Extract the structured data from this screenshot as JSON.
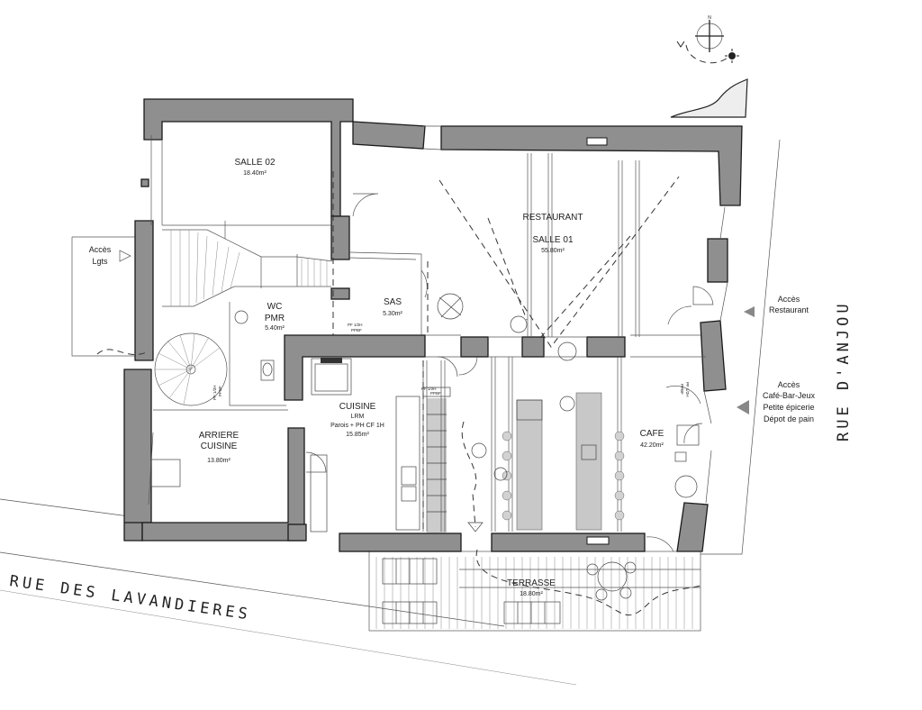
{
  "plan": {
    "rooms": [
      {
        "id": "salle-02",
        "name": "SALLE 02",
        "area": "18.40m²"
      },
      {
        "id": "restaurant",
        "name": "RESTAURANT",
        "subname": "SALLE 01",
        "area": "55.80m²"
      },
      {
        "id": "wc-pmr",
        "name": "WC",
        "subname": "PMR",
        "area": "5.40m²"
      },
      {
        "id": "sas",
        "name": "SAS",
        "area": "5.30m²"
      },
      {
        "id": "cuisine",
        "name": "CUISINE",
        "subname": "LRM",
        "detail": "Parois + PH CF 1H",
        "area": "15.85m²"
      },
      {
        "id": "arriere-cuisine",
        "name": "ARRIERE",
        "subname": "CUISINE",
        "area": "13.80m²"
      },
      {
        "id": "cafe",
        "name": "CAFE",
        "area": "42.20m²"
      },
      {
        "id": "terrasse",
        "name": "TERRASSE",
        "area": "18.80m²"
      }
    ],
    "access": {
      "logements": [
        "Accès",
        "Lgts"
      ],
      "restaurant": [
        "Accès",
        "Restaurant"
      ],
      "cafe": [
        "Accès",
        "Café-Bar-Jeux",
        "Petite épicerie",
        "Dépot de pain"
      ]
    },
    "streets": {
      "lavandieres": "RUE DES LAVANDIERES",
      "anjou": "RUE D'ANJOU"
    },
    "north_label": "N",
    "door_tags": {
      "sas": [
        "PF 1/2H",
        "PPBF"
      ],
      "wc": [
        "PF 1/2H",
        "PPBF"
      ],
      "cuisine": [
        "PF 1/2H",
        "PPBF"
      ],
      "cafe": [
        "PF 1/2H",
        "PPBF"
      ]
    },
    "colors": {
      "wall": "#8f8f8f",
      "line": "#333333",
      "counter": "#c8c8c8"
    }
  }
}
